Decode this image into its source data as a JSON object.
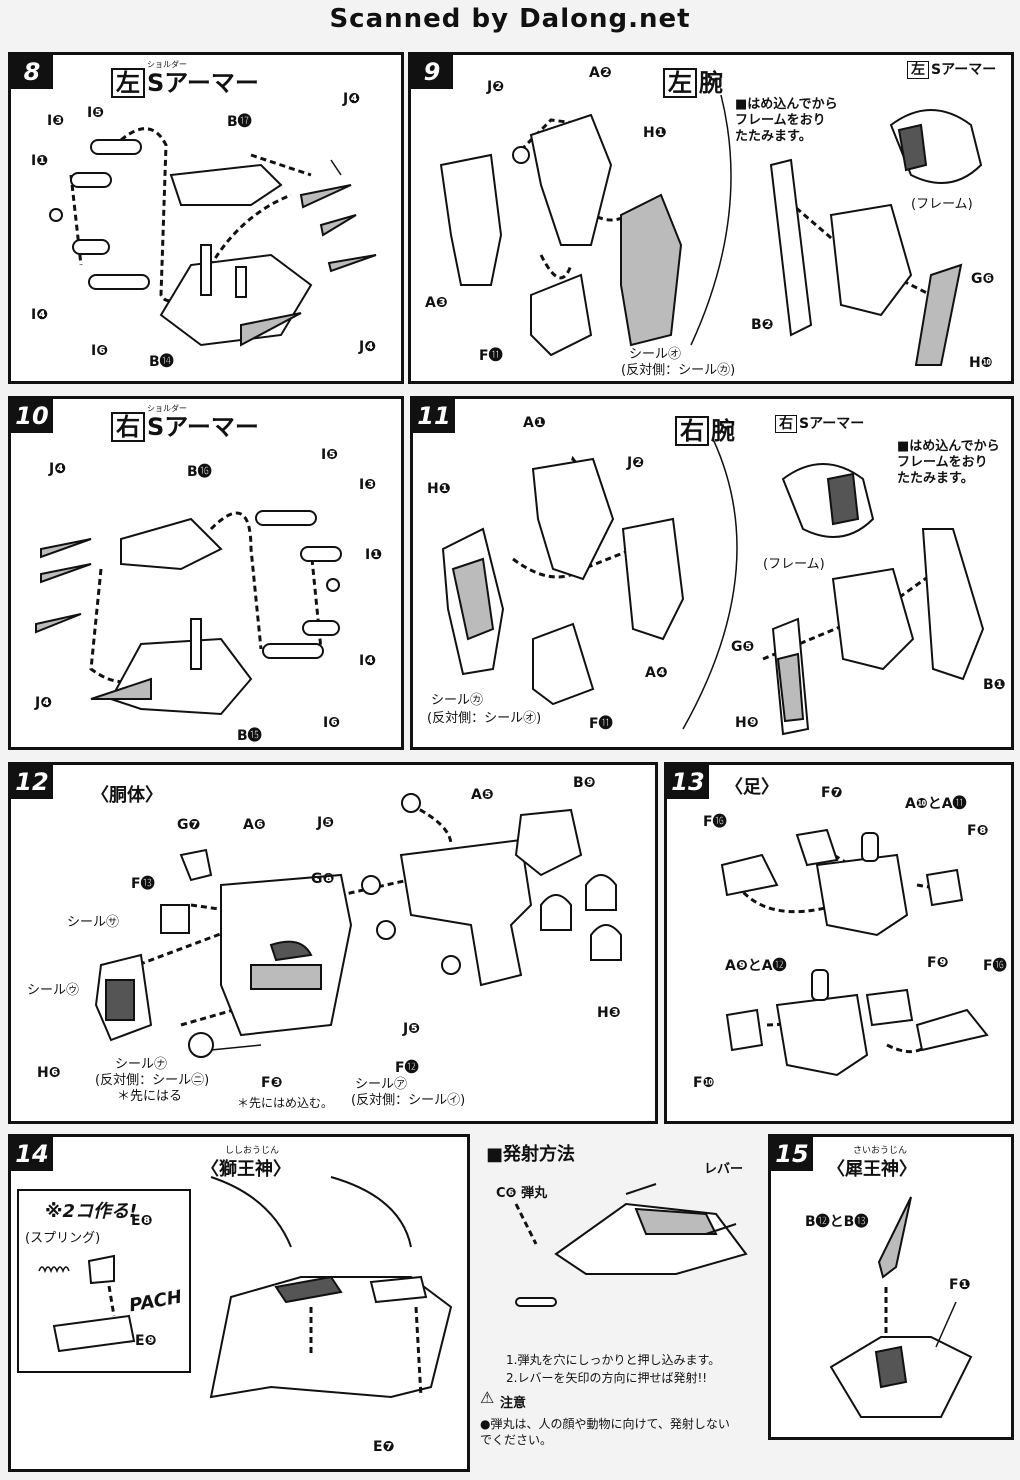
{
  "watermark": "Scanned by Dalong.net",
  "steps": {
    "s8": {
      "num": "8",
      "box": "左",
      "title": "Sアーマー",
      "ruby": "ショルダー",
      "labels": [
        "I❸",
        "I❺",
        "B⓱",
        "J❹",
        "I❶",
        "I❹",
        "I❻",
        "B⓮",
        "J❹"
      ]
    },
    "s9": {
      "num": "9",
      "box": "左",
      "title": "腕",
      "labels": [
        "J❷",
        "A❷",
        "H❶",
        "A❸",
        "F⓫",
        "B❷",
        "G❻",
        "H❿"
      ],
      "seal": "シール㋔",
      "seal_opp": "(反対側：シール㋕)",
      "sub_box": "左",
      "sub_title": "Sアーマー",
      "note": "■はめ込んでから\nフレームをおり\nたたみます。",
      "frame": "(フレーム)"
    },
    "s10": {
      "num": "10",
      "box": "右",
      "title": "Sアーマー",
      "ruby": "ショルダー",
      "labels": [
        "J❹",
        "B⓰",
        "I❺",
        "I❸",
        "I❶",
        "I❹",
        "I❻",
        "B⓯",
        "J❹"
      ]
    },
    "s11": {
      "num": "11",
      "box": "右",
      "title": "腕",
      "labels": [
        "A❶",
        "J❷",
        "H❶",
        "A❹",
        "F⓫",
        "G❺",
        "H❾",
        "B❶"
      ],
      "seal": "シール㋕",
      "seal_opp": "(反対側：シール㋔)",
      "sub_box": "右",
      "sub_title": "Sアーマー",
      "note": "■はめ込んでから\nフレームをおり\nたたみます。",
      "frame": "(フレーム)"
    },
    "s12": {
      "num": "12",
      "title": "〈胴体〉",
      "labels": [
        "G❼",
        "A❻",
        "F⓭",
        "J❺",
        "A❺",
        "B❾",
        "G❽",
        "H❸",
        "J❺",
        "F⓬",
        "F❸",
        "H❻"
      ],
      "seal_sa": "シール㋚",
      "seal_u": "シール㋒",
      "seal_na": "シール㋤",
      "seal_na_opp": "(反対側：シール㋥)",
      "seal_na_note": "＊先にはる",
      "f3_note": "＊先にはめ込む。",
      "seal_a": "シール㋐",
      "seal_a_opp": "(反対側：シール㋑)"
    },
    "s13": {
      "num": "13",
      "title": "〈足〉",
      "labels": [
        "F⓰",
        "F❼",
        "A❿とA⓫",
        "F❽",
        "A❾とA⓬",
        "F❾",
        "F⓰",
        "F❿"
      ]
    },
    "s14": {
      "num": "14",
      "title": "〈獅王神〉",
      "ruby": "ししおうじん",
      "make2": "※2コ作る!",
      "spring": "(スプリング)",
      "pach": "PACH",
      "labels": [
        "E❽",
        "E❾",
        "E❼"
      ]
    },
    "fire": {
      "title": "■発射方法",
      "c6": "C❻ 弾丸",
      "lever": "レバー",
      "inst1": "1.弾丸を穴にしっかりと押し込みます。",
      "inst2": "2.レバーを矢印の方向に押せば発射!!",
      "caution": "注意",
      "caution_text": "●弾丸は、人の顔や動物に向けて、発射しない\nでください。"
    },
    "s15": {
      "num": "15",
      "title": "〈犀王神〉",
      "ruby": "さいおうじん",
      "labels": [
        "B⓬とB⓭",
        "F❶"
      ]
    }
  }
}
